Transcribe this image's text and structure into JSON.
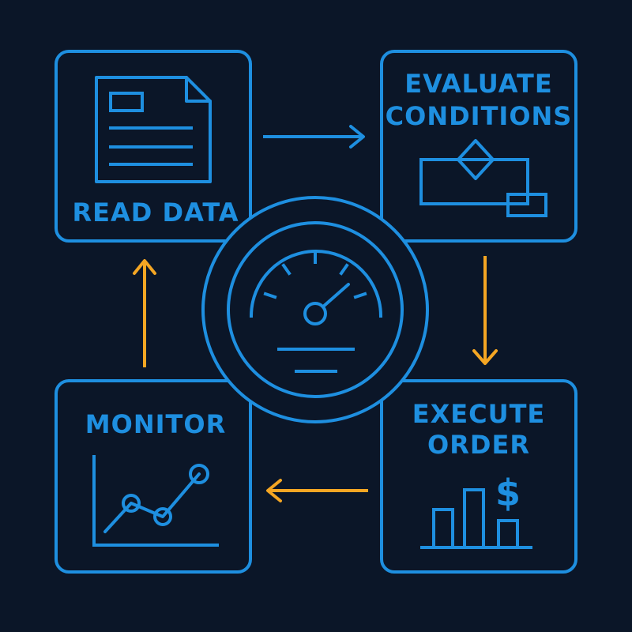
{
  "colors": {
    "background": "#0b1628",
    "primary": "#1e8fe0",
    "accent": "#f5a623"
  },
  "steps": {
    "read_data": {
      "label": "READ DATA",
      "icon": "document-icon"
    },
    "evaluate": {
      "line1": "EVALUATE",
      "line2": "CONDITIONS",
      "icon": "flowchart-icon"
    },
    "execute": {
      "line1": "EXECUTE",
      "line2": "ORDER",
      "icon": "bar-chart-dollar-icon",
      "symbol": "$"
    },
    "monitor": {
      "label": "MONITOR",
      "icon": "line-chart-icon"
    }
  },
  "center": {
    "icon": "speedometer-icon"
  }
}
